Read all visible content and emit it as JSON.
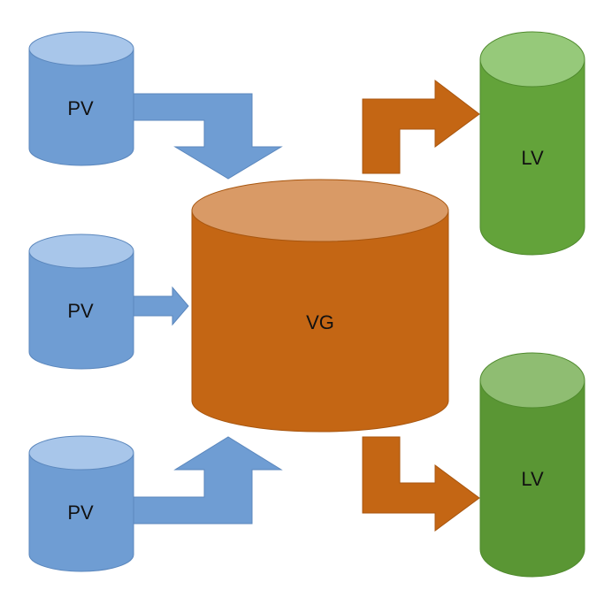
{
  "diagram": {
    "physical_volumes": [
      {
        "label": "PV"
      },
      {
        "label": "PV"
      },
      {
        "label": "PV"
      }
    ],
    "volume_group": {
      "label": "VG"
    },
    "logical_volumes": [
      {
        "label": "LV"
      },
      {
        "label": "LV"
      }
    ]
  },
  "colors": {
    "pv_body": "#6f9dd3",
    "pv_top": "#a8c6ea",
    "vg_body": "#c46614",
    "vg_top": "#d99a66",
    "lv_body_top": "#63a33a",
    "lv_top_top": "#96c97a",
    "lv_body_bottom": "#5a9634",
    "lv_top_bottom": "#8fbd72",
    "pv_arrow": "#6f9dd3",
    "vg_arrow": "#c46614",
    "outline_blue": "#5b87bd",
    "outline_orange": "#a8560f",
    "outline_green": "#4f8a2d"
  }
}
